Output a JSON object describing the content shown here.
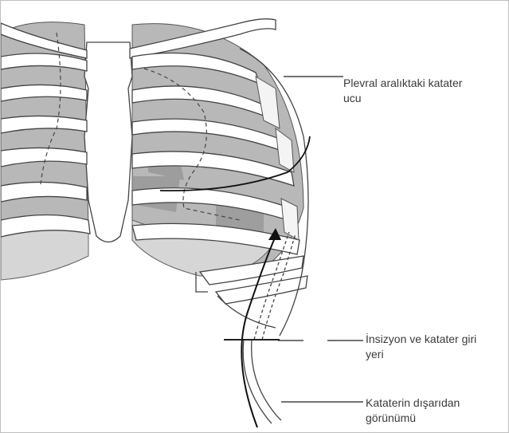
{
  "figure": {
    "labels": {
      "catheter_tip": "Plevral aralıktaki katater\nucu",
      "incision": "İnsizyon ve katater giri\nyeri",
      "external_view": "Kataterin dışarıdan\ngörünümü"
    }
  }
}
